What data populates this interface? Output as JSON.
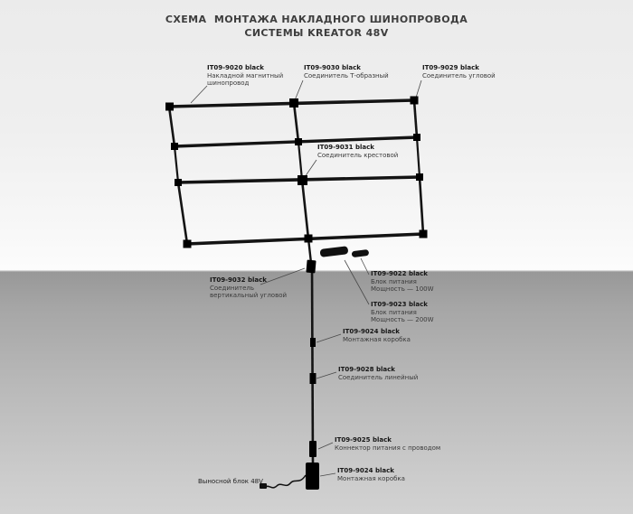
{
  "title": {
    "line1": "СХЕМА  МОНТАЖА НАКЛАДНОГО ШИНОПРОВОДА",
    "line2": "СИСТЕМЫ KREATOR 48V"
  },
  "labels": [
    {
      "code": "IT09-9020 black",
      "lines": [
        "Накладной магнитный",
        "шинопровод"
      ]
    },
    {
      "code": "IT09-9030 black",
      "lines": [
        "Соединитель Т-образный"
      ]
    },
    {
      "code": "IT09-9029 black",
      "lines": [
        "Соединитель угловой"
      ]
    },
    {
      "code": "IT09-9031 black",
      "lines": [
        "Соединитель крестовой"
      ]
    },
    {
      "code": "IT09-9032 black",
      "lines": [
        "Соединитель",
        "вертикальный угловой"
      ]
    },
    {
      "code": "IT09-9022 black",
      "lines": [
        "Блок питания",
        "Мощность — 100W"
      ]
    },
    {
      "code": "IT09-9023 black",
      "lines": [
        "Блок питания",
        "Мощность — 200W"
      ]
    },
    {
      "code": "IT09-9024 black",
      "lines": [
        "Монтажная коробка"
      ]
    },
    {
      "code": "IT09-9028 black",
      "lines": [
        "Соединитель линейный"
      ]
    },
    {
      "code": "IT09-9025 black",
      "lines": [
        "Коннектор питания с проводом"
      ]
    },
    {
      "code": "IT09-9024 black",
      "lines": [
        "Монтажная коробка"
      ]
    }
  ],
  "remote_block": {
    "label": "Выносной блок 48V"
  },
  "colors": {
    "track": "#141414",
    "callout": "#4a4a4a",
    "title_text": "#3d3d3d",
    "background_band": "#a0a0a0"
  }
}
